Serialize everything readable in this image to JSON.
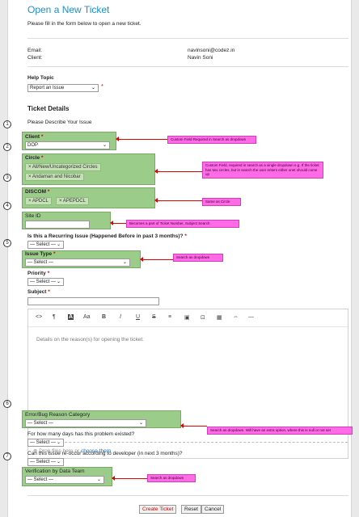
{
  "page": {
    "title": "Open a New Ticket",
    "subtitle": "Please fill in the form below to open a new ticket."
  },
  "account": {
    "email_label": "Email:",
    "email_value": "navinsoni@codez.in",
    "client_label": "Client:",
    "client_value": "Navin Soni"
  },
  "help_topic": {
    "label": "Help Topic",
    "value": "Report an Issue",
    "required_mark": "*"
  },
  "ticket_details": {
    "heading": "Ticket Details",
    "describe": "Please Describe Your Issue"
  },
  "fields": {
    "client": {
      "label": "Client",
      "value": "DOP"
    },
    "circle": {
      "label": "Circle",
      "chips": [
        "All/New/Uncategorized Circles",
        "Andaman and Nicobar"
      ]
    },
    "discom": {
      "label": "DISCOM",
      "chips": [
        "APDCL",
        "APEPDCL"
      ]
    },
    "site_id": {
      "label": "Site ID",
      "value": ""
    },
    "recurring": {
      "label": "Is this a Recurring Issue (Happened Before in past 3 months)?",
      "value": "— Select —"
    },
    "issue_type": {
      "label": "Issue Type",
      "value": "— Select —"
    },
    "priority": {
      "label": "Priority",
      "value": "— Select —"
    },
    "subject": {
      "label": "Subject",
      "value": ""
    },
    "error_bug": {
      "label": "Error/Bug Reason Category",
      "value": "— Select —"
    },
    "days": {
      "label": "For how many days has this problem existed?",
      "value": "— Select —"
    },
    "reoccur": {
      "label": "Can this issue re-occur according to developer (in next 3 months)?",
      "value": "— Select —"
    },
    "verification": {
      "label": "Verification by Data Team",
      "value": "— Select —"
    }
  },
  "required_mark": "*",
  "chip_remove": "×",
  "editor": {
    "placeholder": "Details on the reason(s) for opening the ticket.",
    "drop_text": "Drop files here or",
    "drop_link": "choose them",
    "toolbar": [
      "<>",
      "¶",
      "A",
      "Aa",
      "B",
      "I",
      "U",
      "S",
      "≡",
      "▣",
      "⊡",
      "▦",
      "⇔",
      "—"
    ]
  },
  "annotations": {
    "client": "Custom Field Required in Search as dropdown",
    "circle": "Custom Field, required in search as a single dropdown e.g. If the ticket has two circles, but in search the user enters either onet should come up",
    "discom": "Same as Circle",
    "site_id": "Becomes a part of Ticket Number, Subject Search",
    "issue_type": "Search as dropdown",
    "error_bug": "Search as dropdown. Will have an extra option, where this is null or not set",
    "verification": "Search as dropdown"
  },
  "steps": [
    "1",
    "2",
    "3",
    "4",
    "5",
    "6",
    "7"
  ],
  "buttons": {
    "create": "Create Ticket",
    "reset": "Reset",
    "cancel": "Cancel"
  },
  "colors": {
    "title": "#1a8fd6",
    "highlight": "#9ccc8a",
    "note": "#ff6ae6",
    "arrow": "#e00000",
    "required": "#d40000"
  }
}
